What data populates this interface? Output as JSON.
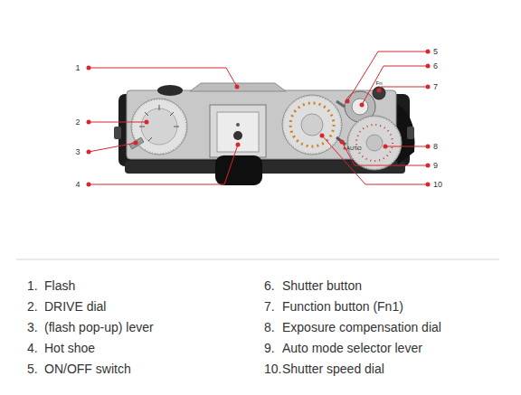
{
  "diagram": {
    "labels": [
      "1",
      "2",
      "3",
      "4",
      "5",
      "6",
      "7",
      "8",
      "9",
      "10",
      "AUTO",
      "Fn",
      "1.",
      "Flash",
      "2.",
      "DRIVE dial",
      "3.",
      "(flash pop-up) lever",
      "4.",
      "Hot shoe",
      "5.",
      "ON/OFF switch",
      "6.",
      "Shutter button",
      "7.",
      "Function button (Fn1)",
      "8.",
      "Exposure compensation dial",
      "9.",
      "Auto mode selector lever",
      "10.",
      "Shutter speed dial"
    ]
  }
}
